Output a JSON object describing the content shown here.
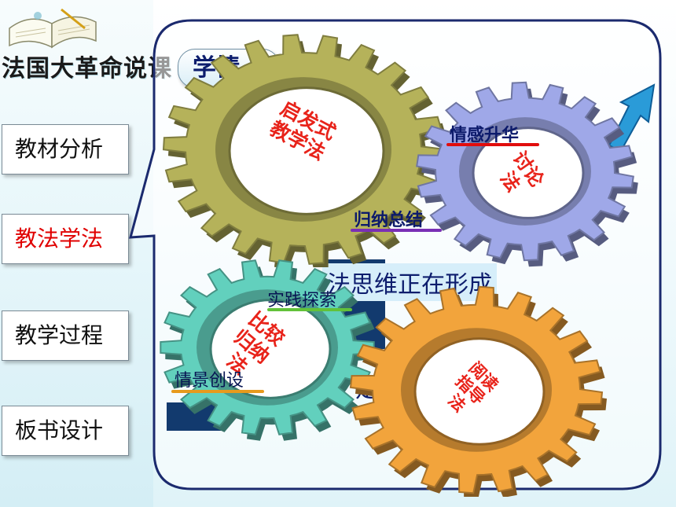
{
  "sidebar": {
    "course_title": "法国大革命说课",
    "items": [
      {
        "label": "教材分析",
        "active": false
      },
      {
        "label": "教法学法",
        "active": true
      },
      {
        "label": "教学过程",
        "active": false
      },
      {
        "label": "板书设计",
        "active": false
      }
    ]
  },
  "main": {
    "header_partial": "学情",
    "back_text_1": "法思维正在形成",
    "back_text_2": "定"
  },
  "gears": [
    {
      "label": "启发式教学法",
      "color": "#b5b25a"
    },
    {
      "label": "讨论法",
      "color": "#9fa8e8"
    },
    {
      "label": "比较归纳法",
      "color": "#62d0bd"
    },
    {
      "label": "阅读指导法",
      "color": "#f2a43c"
    }
  ],
  "tags": {
    "emotion": "情感升华",
    "summary": "归纳总结",
    "practice": "实践探索",
    "scenario": "情景创设"
  },
  "colors": {
    "active_nav": "#e00000",
    "gear_label": "#e8231a",
    "tag_text": "#0c1a6b",
    "callout_border": "#1b2a6e"
  },
  "icons": [
    "open-book-icon",
    "arrow-icon"
  ]
}
